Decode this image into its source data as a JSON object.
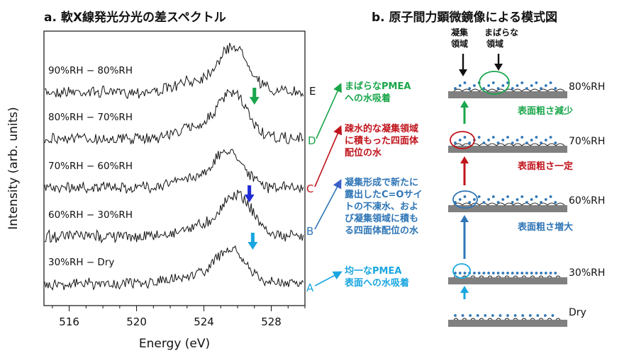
{
  "titles": {
    "a": "a. 軟X線発光分光の差スペクトル",
    "b": "b. 原子間力顕微鏡像による模式図"
  },
  "chart_data": {
    "type": "line",
    "xlabel": "Energy (eV)",
    "ylabel": "Intensity (arb. units)",
    "xlim": [
      514.5,
      530
    ],
    "xticks": [
      "516",
      "520",
      "524",
      "528"
    ],
    "series": [
      {
        "label": "90%RH − 80%RH",
        "peak_eV": 525.8,
        "letter": "E"
      },
      {
        "label": "80%RH − 70%RH",
        "peak_eV": 525.7,
        "letter": "D"
      },
      {
        "label": "70%RH − 60%RH",
        "peak_eV": 525.5,
        "letter": "C"
      },
      {
        "label": "60%RH − 30%RH",
        "peak_eV": 526.0,
        "letter": "B"
      },
      {
        "label": "30%RH − Dry",
        "peak_eV": 525.6,
        "letter": "A"
      }
    ],
    "markers": [
      {
        "series": 1,
        "energy_eV": 527.0,
        "color": "#1aa64b"
      },
      {
        "series": 3,
        "energy_eV": 526.7,
        "color": "#1f2bd6"
      },
      {
        "series": 4,
        "energy_eV": 526.9,
        "color": "#19a6e0"
      }
    ]
  },
  "annotations": [
    {
      "letter": "E",
      "color": "#111111",
      "lines": []
    },
    {
      "letter": "D",
      "color": "#1aa64b",
      "lines": [
        "まばらなPMEA",
        "への水吸着"
      ]
    },
    {
      "letter": "C",
      "color": "#c0141c",
      "lines": [
        "疎水的な凝集領域",
        "に積もった四面体",
        "配位の水"
      ]
    },
    {
      "letter": "B",
      "color": "#2e75b6",
      "lines": [
        "凝集形成で新たに",
        "露出したC=Oサイ",
        "トの不凍水、およ",
        "び凝集領域に積も",
        "る四面体配位の水"
      ]
    },
    {
      "letter": "A",
      "color": "#19a6e0",
      "lines": [
        "均一なPMEA",
        "表面への水吸着"
      ]
    }
  ],
  "schematic": {
    "top_labels": [
      "凝集",
      "領域",
      "まばらな",
      "領域"
    ],
    "rh_labels": [
      "80%RH",
      "70%RH",
      "60%RH",
      "30%RH",
      "Dry"
    ],
    "surface_labels": [
      {
        "text": "表面粗さ減少",
        "color": "#1aa64b"
      },
      {
        "text": "表面粗さ一定",
        "color": "#c0141c"
      },
      {
        "text": "表面粗さ増大",
        "color": "#2e75b6"
      }
    ],
    "colors": {
      "substrate": "#808080",
      "water": "#2e75b6",
      "polymer": "#222222"
    }
  }
}
